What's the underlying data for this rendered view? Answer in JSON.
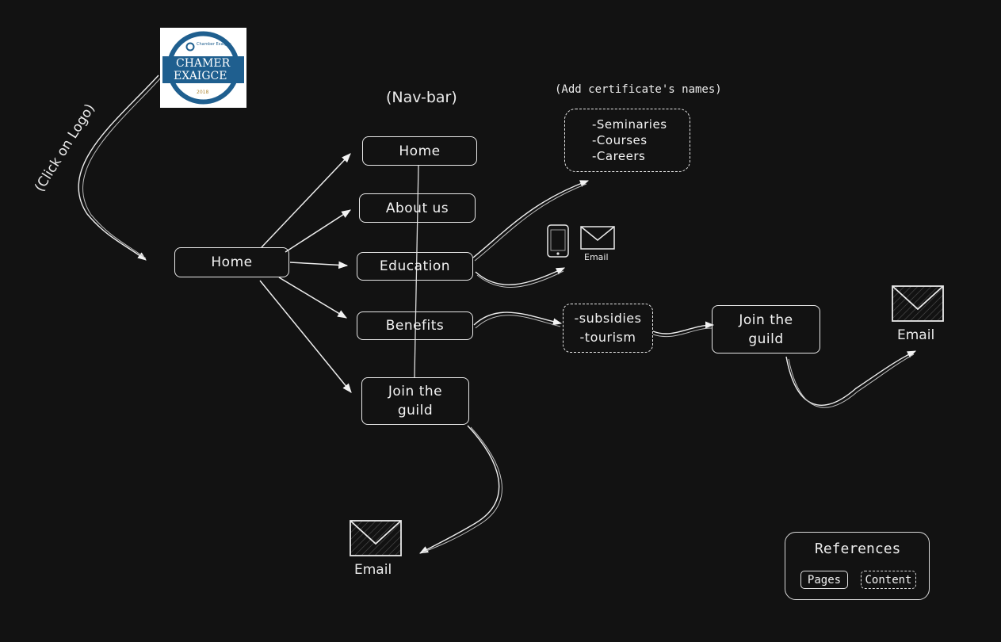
{
  "diagram": {
    "nav_label": "(Nav-bar)",
    "click_label": "(Click on Logo)",
    "certificate_note": "(Add certificate's names)",
    "logo": {
      "top_text": "Chamber Exaiger",
      "line1": "CHAMER",
      "line2": "EXAIGCE",
      "year": "2018",
      "color": "#1f5f8f"
    },
    "nodes": {
      "home_main": "Home",
      "nav_home": "Home",
      "nav_about": "About us",
      "nav_education": "Education",
      "nav_benefits": "Benefits",
      "nav_join_line1": "Join the",
      "nav_join_line2": "guild",
      "join2_line1": "Join the",
      "join2_line2": "guild"
    },
    "education_list": [
      "-Seminaries",
      "-Courses",
      "-Careers"
    ],
    "benefits_list": [
      "-subsidies",
      "-tourism"
    ],
    "email_labels": {
      "small": "Email",
      "right": "Email",
      "bottom": "Email"
    },
    "references": {
      "title": "References",
      "pages": "Pages",
      "content": "Content"
    },
    "colors": {
      "background": "#121212",
      "stroke": "#e8e8e8"
    }
  }
}
